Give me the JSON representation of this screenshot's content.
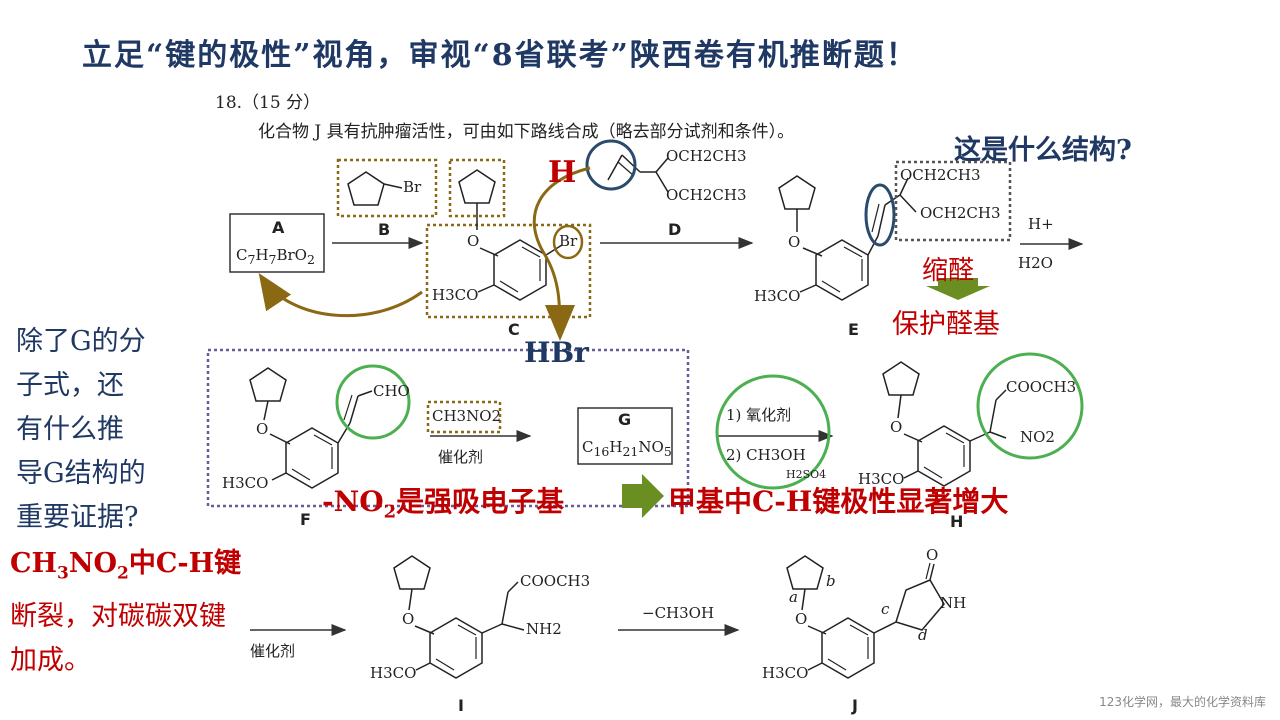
{
  "slide": {
    "title": "立足“键的极性”视角，审视“8省联考”陕西卷有机推断题！",
    "question_number": "18.（15 分）",
    "question_text": "化合物 J 具有抗肿瘤活性，可由如下路线合成（略去部分试剂和条件）。",
    "footer": "123化学网，最大的化学资料库"
  },
  "annotations": {
    "what_structure": "这是什么结构?",
    "h_label": "H",
    "hbr_label": "HBr",
    "acetal": "缩醛",
    "protect_aldehyde": "保护醛基",
    "left_question": [
      "除了G的分",
      "子式，还",
      "有什么推",
      "导G结构的",
      "重要证据?"
    ],
    "nitro_note_prefix": "-NO",
    "nitro_note_sub": "2",
    "nitro_note_rest": "是强吸电子基",
    "methyl_note": "甲基中C-H键极性显著增大",
    "ch3no2_note_line1_a": "CH",
    "ch3no2_note_line1_b": "3",
    "ch3no2_note_line1_c": "NO",
    "ch3no2_note_line1_d": "2",
    "ch3no2_note_line1_e": "中C-H键",
    "ch3no2_note_line2": "断裂，对碳碳双键",
    "ch3no2_note_line3": "加成。"
  },
  "compounds": {
    "A": {
      "label": "A",
      "formula_main": "C",
      "formula": "C7H7BrO2",
      "parts": [
        "C",
        "7",
        "H",
        "7",
        "BrO",
        "2"
      ]
    },
    "B": {
      "label": "B",
      "substituent": "Br"
    },
    "C": {
      "label": "C",
      "br": "Br",
      "ome": "H3CO"
    },
    "D": {
      "label": "D",
      "oet1": "OCH2CH3",
      "oet2": "OCH2CH3"
    },
    "E": {
      "label": "E",
      "oet1": "OCH2CH3",
      "oet2": "OCH2CH3",
      "ome": "H3CO"
    },
    "F": {
      "label": "F",
      "cho": "CHO",
      "ome": "H3CO"
    },
    "G": {
      "label": "G",
      "formula_parts": [
        "C",
        "16",
        "H",
        "21",
        "NO",
        "5"
      ]
    },
    "H": {
      "label": "H",
      "ester": "COOCH3",
      "nitro": "NO2",
      "ome": "H3CO"
    },
    "I": {
      "label": "I",
      "ester": "COOCH3",
      "amine": "NH2",
      "ome": "H3CO"
    },
    "J": {
      "label": "J",
      "o": "O",
      "nh": "NH",
      "ome": "H3CO",
      "a": "a",
      "b": "b",
      "c": "c",
      "d": "d"
    }
  },
  "reagents": {
    "E_to_F_top": "H+",
    "E_to_F_bottom": "H2O",
    "F_to_G_top": "CH3NO2",
    "F_to_G_bottom": "催化剂",
    "G_to_H_step1": "1) 氧化剂",
    "G_to_H_step2": "2) CH3OH",
    "G_to_H_step2_extra": "H2SO4",
    "H_to_I": "催化剂",
    "I_to_J": "−CH3OH"
  },
  "colors": {
    "title_blue": "#1f3864",
    "red": "#c00000",
    "brown_box": "#8b6914",
    "purple_box": "#6a5a9a",
    "green_circle": "#4caf50",
    "navy_circle": "#2a4a6e",
    "arrow_green": "#6b8e23"
  }
}
